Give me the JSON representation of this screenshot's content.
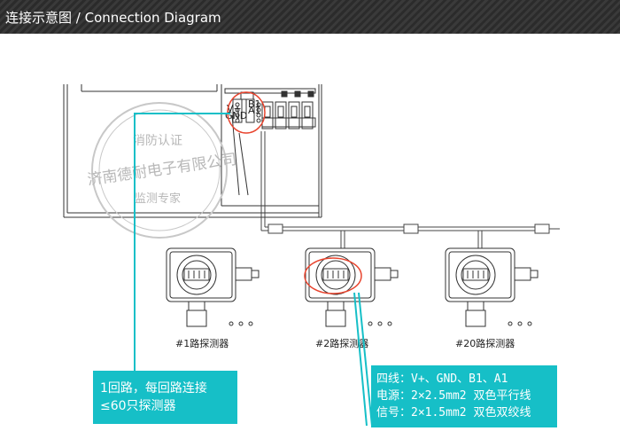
{
  "header": {
    "title": "连接示意图 / Connection Diagram"
  },
  "controller": {
    "terminal_labels_left": [
      "V+",
      "GND",
      "B1",
      "A1"
    ],
    "terminal_labels_right": [
      "B1",
      "A1"
    ]
  },
  "watermark": {
    "top": "消防认证",
    "middle": "济南德耐电子有限公司",
    "bottom": "监测专家"
  },
  "detectors": [
    {
      "label": "#1路探测器"
    },
    {
      "label": "#2路探测器"
    },
    {
      "label": "#20路探测器"
    }
  ],
  "info_box_left": {
    "line1": "1回路，每回路连接",
    "line2": "≤60只探测器"
  },
  "info_box_right": {
    "line1": "四线：V+、GND、B1、A1",
    "line2": "电源：2×2.5mm2 双色平行线",
    "line3": "信号：2×1.5mm2 双色双绞线"
  },
  "colors": {
    "accent": "#16bfc7",
    "highlight": "#e8442e",
    "header": "#2b2b2b"
  }
}
